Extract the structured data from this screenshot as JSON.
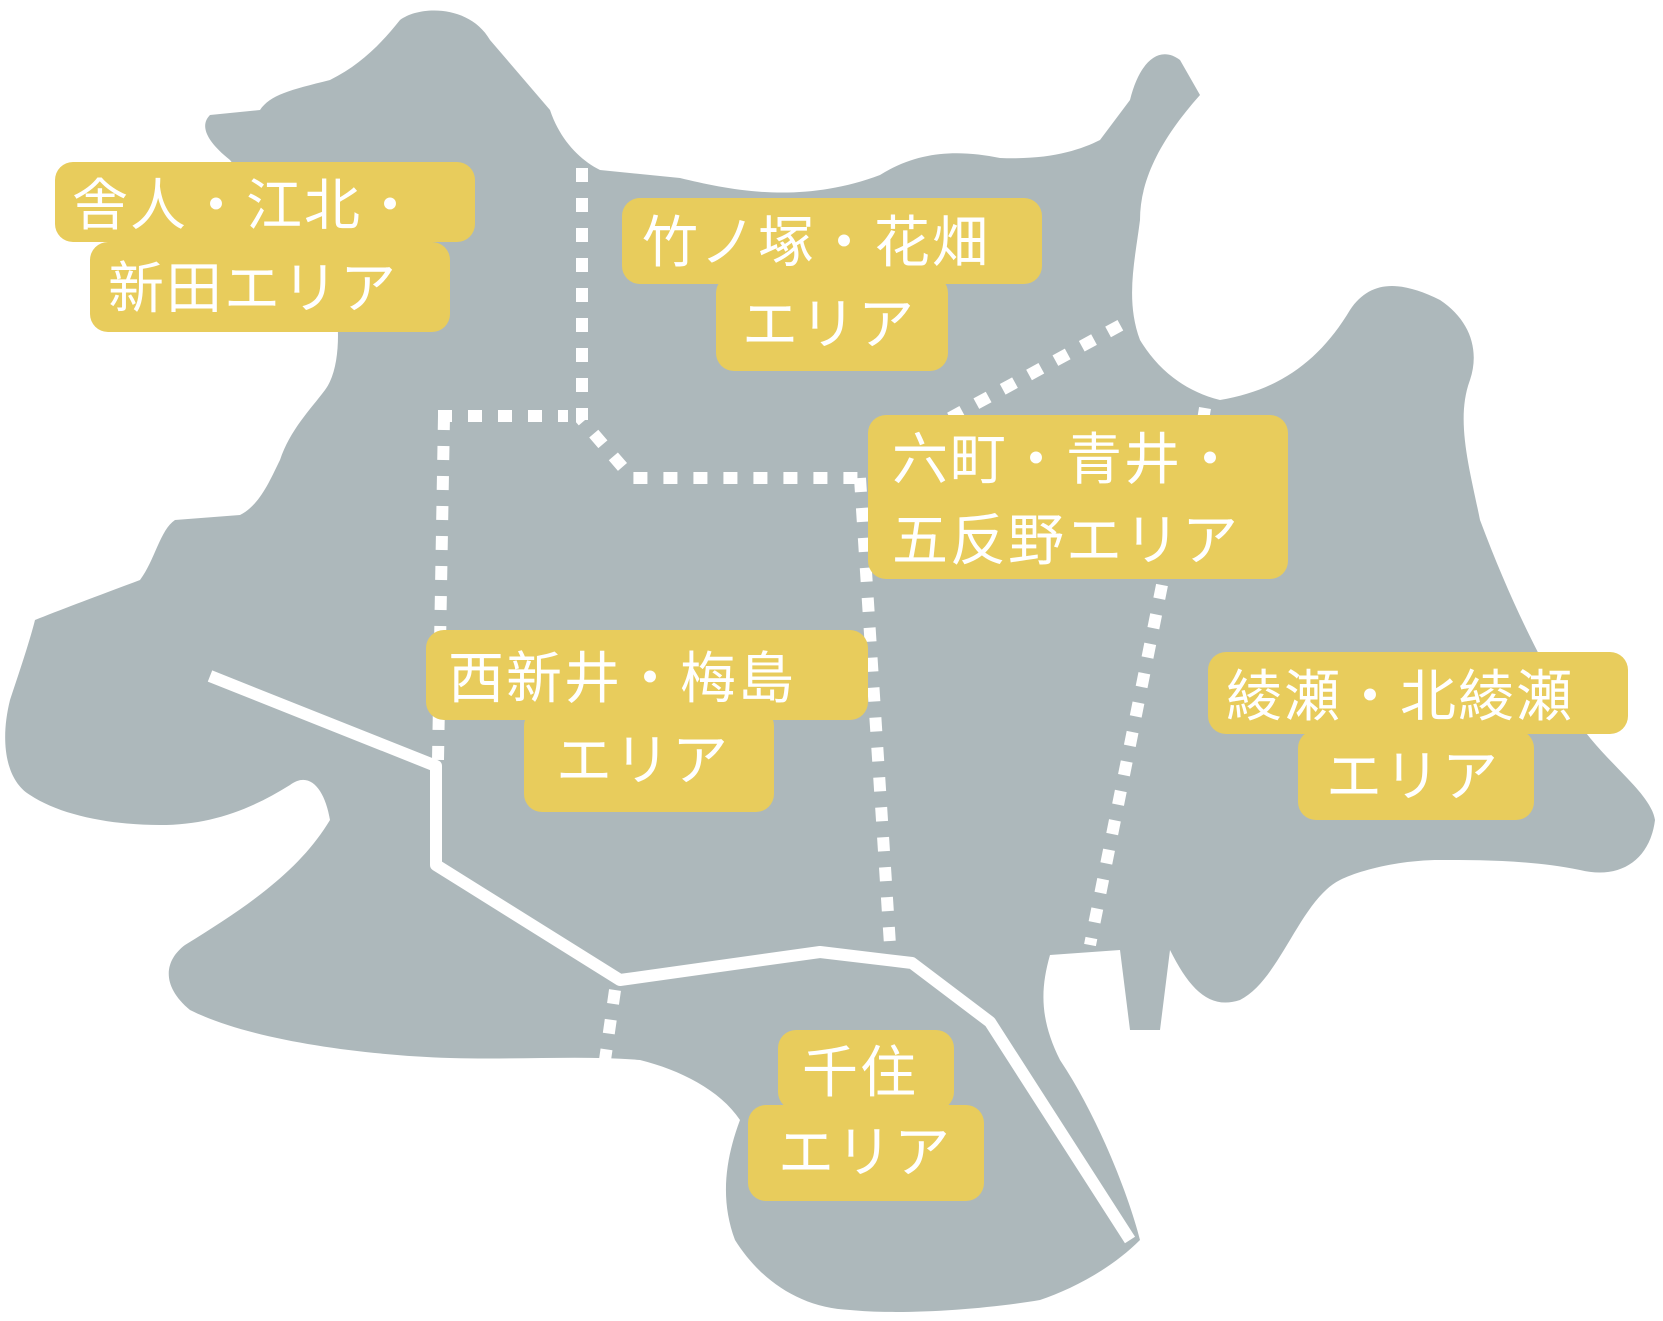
{
  "map": {
    "colors": {
      "land": "#adb8bb",
      "label_bg": "#e8cc5c",
      "label_text": "#ffffff",
      "road": "#ffffff",
      "boundary": "#ffffff",
      "background": "#ffffff"
    },
    "areas": [
      {
        "id": "toneri-kohoku-shinden",
        "line1": "舎人・江北・",
        "line2": "新田エリア"
      },
      {
        "id": "takenotsuka-hanahata",
        "line1": "竹ノ塚・花畑",
        "line2": "エリア"
      },
      {
        "id": "rokucho-aoi-gotanno",
        "line1": "六町・青井・",
        "line2": "五反野エリア"
      },
      {
        "id": "nishiarai-umejima",
        "line1": "西新井・梅島",
        "line2": "エリア"
      },
      {
        "id": "ayase-kitaayase",
        "line1": "綾瀬・北綾瀬",
        "line2": "エリア"
      },
      {
        "id": "senju",
        "line1": "千住",
        "line2": "エリア"
      }
    ]
  }
}
